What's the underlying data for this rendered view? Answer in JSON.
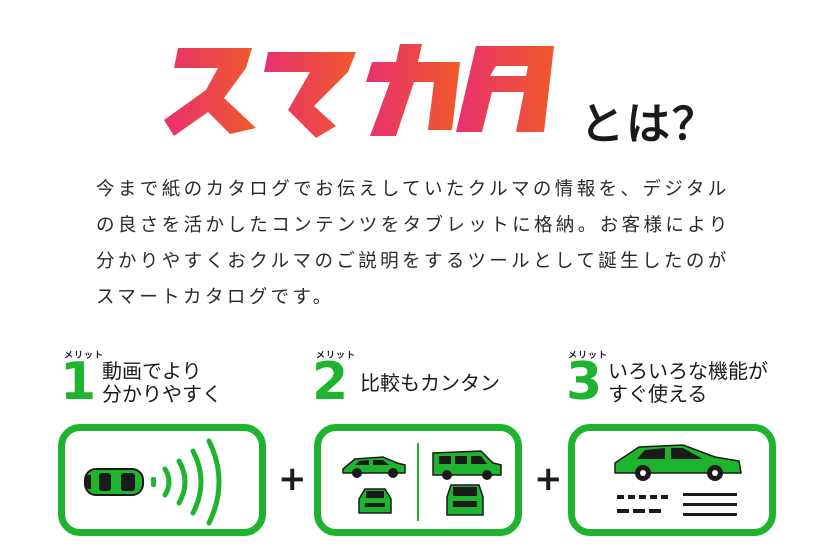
{
  "title": {
    "logo_text": "スマカタ",
    "suffix": "とは？"
  },
  "description": "今まで紙のカタログでお伝えしていたクルマの情報を、デジタル\nの良さを活かしたコンテンツをタブレットに格納。お客様により\n分かりやすくおクルマのご説明をするツールとして誕生したのが\nスマートカタログです。",
  "merits": [
    {
      "tag": "メリット",
      "number": "1",
      "text": "動画でより\n分かりやすく"
    },
    {
      "tag": "メリット",
      "number": "2",
      "text": "比較もカンタン"
    },
    {
      "tag": "メリット",
      "number": "3",
      "text": "いろいろな機能が\nすぐ使える"
    }
  ],
  "plus_sign": "+",
  "colors": {
    "logo_gradient_start": "#e8306f",
    "logo_gradient_end": "#f05a2a",
    "accent_green": "#1fb42e",
    "text": "#1a1a1a"
  },
  "icons": [
    "car-top-view-icon",
    "signal-waves-icon",
    "car-comparison-icon",
    "car-info-icon"
  ]
}
